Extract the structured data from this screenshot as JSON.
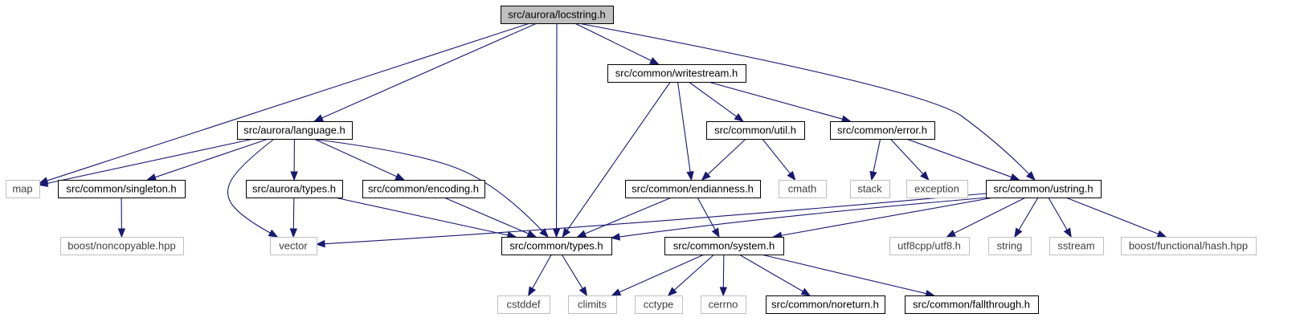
{
  "graph": {
    "edge_color": "#191970",
    "nodes": [
      {
        "id": "locstring",
        "label": "src/aurora/locstring.h",
        "kind": "main"
      },
      {
        "id": "writestream",
        "label": "src/common/writestream.h",
        "kind": "local"
      },
      {
        "id": "language",
        "label": "src/aurora/language.h",
        "kind": "local"
      },
      {
        "id": "util",
        "label": "src/common/util.h",
        "kind": "local"
      },
      {
        "id": "error",
        "label": "src/common/error.h",
        "kind": "local"
      },
      {
        "id": "map",
        "label": "map",
        "kind": "system"
      },
      {
        "id": "singleton",
        "label": "src/common/singleton.h",
        "kind": "local"
      },
      {
        "id": "auroratypes",
        "label": "src/aurora/types.h",
        "kind": "local"
      },
      {
        "id": "encoding",
        "label": "src/common/encoding.h",
        "kind": "local"
      },
      {
        "id": "endianness",
        "label": "src/common/endianness.h",
        "kind": "local"
      },
      {
        "id": "cmath",
        "label": "cmath",
        "kind": "system"
      },
      {
        "id": "stack",
        "label": "stack",
        "kind": "system"
      },
      {
        "id": "exception",
        "label": "exception",
        "kind": "system"
      },
      {
        "id": "ustring",
        "label": "src/common/ustring.h",
        "kind": "local"
      },
      {
        "id": "noncopyable",
        "label": "boost/noncopyable.hpp",
        "kind": "system"
      },
      {
        "id": "vector",
        "label": "vector",
        "kind": "system"
      },
      {
        "id": "commontypes",
        "label": "src/common/types.h",
        "kind": "local"
      },
      {
        "id": "system",
        "label": "src/common/system.h",
        "kind": "local"
      },
      {
        "id": "utf8",
        "label": "utf8cpp/utf8.h",
        "kind": "system"
      },
      {
        "id": "string",
        "label": "string",
        "kind": "system"
      },
      {
        "id": "sstream",
        "label": "sstream",
        "kind": "system"
      },
      {
        "id": "hash",
        "label": "boost/functional/hash.hpp",
        "kind": "system"
      },
      {
        "id": "cstddef",
        "label": "cstddef",
        "kind": "system"
      },
      {
        "id": "climits",
        "label": "climits",
        "kind": "system"
      },
      {
        "id": "cctype",
        "label": "cctype",
        "kind": "system"
      },
      {
        "id": "cerrno",
        "label": "cerrno",
        "kind": "system"
      },
      {
        "id": "noreturn",
        "label": "src/common/noreturn.h",
        "kind": "local"
      },
      {
        "id": "fallthrough",
        "label": "src/common/fallthrough.h",
        "kind": "local"
      }
    ],
    "edges": [
      [
        "locstring",
        "map"
      ],
      [
        "locstring",
        "language"
      ],
      [
        "locstring",
        "commontypes"
      ],
      [
        "locstring",
        "writestream"
      ],
      [
        "locstring",
        "ustring"
      ],
      [
        "writestream",
        "commontypes"
      ],
      [
        "writestream",
        "endianness"
      ],
      [
        "writestream",
        "util"
      ],
      [
        "writestream",
        "error"
      ],
      [
        "language",
        "map"
      ],
      [
        "language",
        "singleton"
      ],
      [
        "language",
        "vector"
      ],
      [
        "language",
        "auroratypes"
      ],
      [
        "language",
        "encoding"
      ],
      [
        "language",
        "commontypes"
      ],
      [
        "util",
        "endianness"
      ],
      [
        "util",
        "cmath"
      ],
      [
        "error",
        "stack"
      ],
      [
        "error",
        "exception"
      ],
      [
        "error",
        "ustring"
      ],
      [
        "singleton",
        "noncopyable"
      ],
      [
        "auroratypes",
        "vector"
      ],
      [
        "auroratypes",
        "commontypes"
      ],
      [
        "encoding",
        "commontypes"
      ],
      [
        "endianness",
        "commontypes"
      ],
      [
        "endianness",
        "system"
      ],
      [
        "ustring",
        "vector"
      ],
      [
        "ustring",
        "commontypes"
      ],
      [
        "ustring",
        "system"
      ],
      [
        "ustring",
        "utf8"
      ],
      [
        "ustring",
        "string"
      ],
      [
        "ustring",
        "sstream"
      ],
      [
        "ustring",
        "hash"
      ],
      [
        "commontypes",
        "cstddef"
      ],
      [
        "commontypes",
        "climits"
      ],
      [
        "system",
        "climits"
      ],
      [
        "system",
        "cctype"
      ],
      [
        "system",
        "cerrno"
      ],
      [
        "system",
        "noreturn"
      ],
      [
        "system",
        "fallthrough"
      ]
    ]
  }
}
